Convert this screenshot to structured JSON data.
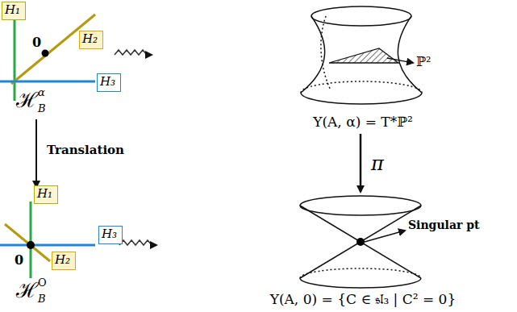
{
  "diagram": {
    "nodes": [
      {
        "text": [
          "H₁"
        ]
      },
      {
        "text": [
          "H₂"
        ]
      },
      {
        "text": [
          "H₃"
        ]
      },
      {
        "text": [
          "H₁"
        ]
      },
      {
        "text": [
          "H₃"
        ]
      },
      {
        "text": [
          "H₂"
        ]
      }
    ],
    "labels": [
      "0",
      "ℋ",
      "B",
      "α",
      "ℙ²",
      "Y(A, α) = T*ℙ²",
      "Translation",
      "π",
      "0",
      "ℋ",
      "B",
      "O",
      "Singular pt",
      "Y(A, 0) = {C ∈ 𝔰𝔩₃ | C² = 0}"
    ]
  }
}
